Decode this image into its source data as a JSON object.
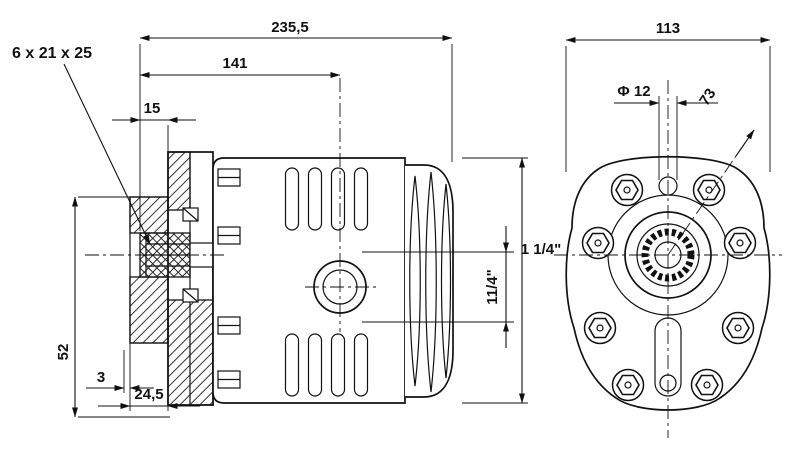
{
  "drawing": {
    "kind": "hydraulic-gear-pump-technical-drawing",
    "views": {
      "side": {
        "dims": {
          "total_length": "235,5",
          "body_length": "141",
          "shaft_step": "15",
          "spline_spec": "6 x 21 x 25",
          "flange_height": "52",
          "step_gap": "3",
          "flange_depth": "24,5",
          "port_thread": "11/4\""
        }
      },
      "front": {
        "dims": {
          "width": "113",
          "pilot_hole": "Φ 12",
          "bolt_distance": "73",
          "port_thread": "1 1/4\""
        }
      }
    }
  }
}
